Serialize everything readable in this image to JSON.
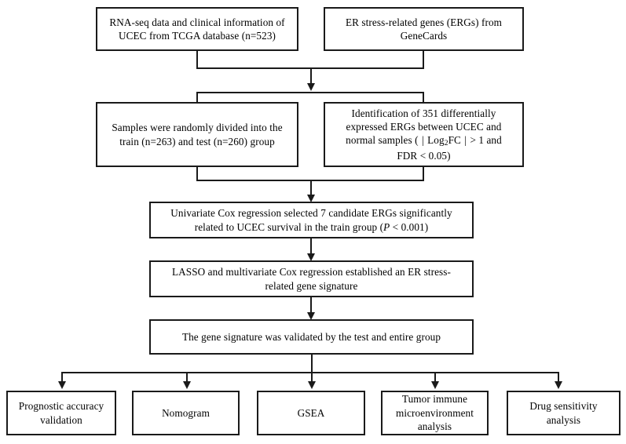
{
  "figure": {
    "type": "flowchart",
    "title": "Study workflow for ER stress-related gene signature in UCEC",
    "orientation": "top-to-bottom",
    "line_color": "#1a1a1a",
    "background_color": "#ffffff"
  },
  "nodes": {
    "rnaseq_data": {
      "line1": "RNA-seq data and clinical information of",
      "line2": "UCEC from TCGA database (n=523)"
    },
    "erg_genecards": {
      "line1": "ER stress-related genes (ERGs) from",
      "line2": "GeneCards"
    },
    "sample_split": {
      "line1": "Samples were randomly divided into the",
      "line2": "train (n=263) and test (n=260) group"
    },
    "deg_identification": {
      "line1": "Identification of 351 differentially",
      "line2": "expressed ERGs between UCEC and",
      "line3_a": "normal samples ( ",
      "line3_pipe1": "|",
      "line3_b": " Log",
      "line3_sub": "2",
      "line3_c": "FC ",
      "line3_pipe2": "|",
      "line3_d": " > 1 and",
      "line4": "FDR < 0.05)"
    },
    "univariate_cox": {
      "line1": "Univariate Cox regression selected 7 candidate  ERGs significantly",
      "line2_a": "related to UCEC survival in the train group (",
      "line2_italic": "P",
      "line2_b": " < 0.001)"
    },
    "lasso_cox": {
      "line1": "LASSO and multivariate Cox regression established an ER stress-",
      "line2": "related gene signature"
    },
    "validation": {
      "line1": "The gene signature was validated by the test and entire group"
    },
    "outputs": [
      {
        "line1": "Prognostic accuracy",
        "line2": "validation"
      },
      {
        "line1": "Nomogram",
        "line2": ""
      },
      {
        "line1": "GSEA",
        "line2": ""
      },
      {
        "line1": "Tumor immune",
        "line2": "microenvironment",
        "line3": "analysis"
      },
      {
        "line1": "Drug sensitivity",
        "line2": "analysis"
      }
    ]
  },
  "edges": [
    {
      "name": "top-merge-to-split",
      "from": "rnaseq_data + erg_genecards",
      "to": "sample_split + deg_identification",
      "style": "merge-then-split-arrow"
    },
    {
      "name": "split-to-univariate",
      "from": "sample_split + deg_identification",
      "to": "univariate_cox",
      "style": "merge-arrow"
    },
    {
      "name": "univariate-to-lasso",
      "from": "univariate_cox",
      "to": "lasso_cox",
      "style": "straight-arrow"
    },
    {
      "name": "lasso-to-validation",
      "from": "lasso_cox",
      "to": "validation",
      "style": "straight-arrow"
    },
    {
      "name": "validation-to-outputs",
      "from": "validation",
      "to": "outputs",
      "style": "fan-out-arrows"
    }
  ]
}
